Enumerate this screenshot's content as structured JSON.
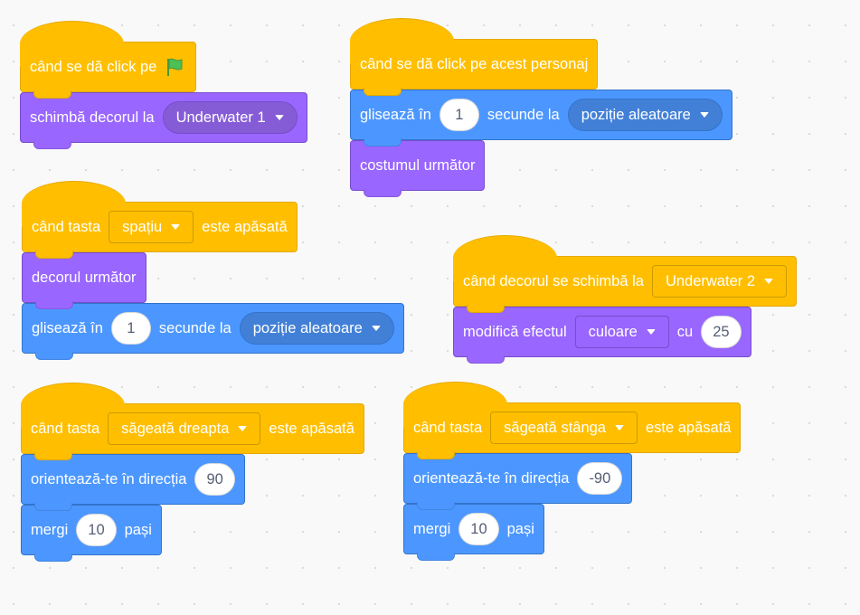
{
  "colors": {
    "events": "#ffbf00",
    "looks": "#9966ff",
    "motion": "#4c97ff",
    "background": "#f9f9f9"
  },
  "scripts": [
    {
      "hat": {
        "text": "când se dă click pe",
        "icon": "green-flag-icon"
      },
      "blocks": [
        {
          "text": "schimbă decorul la",
          "dropdown": "Underwater 1"
        }
      ]
    },
    {
      "hat": {
        "text": "când se dă click pe acest personaj"
      },
      "blocks": [
        {
          "text": "glisează în",
          "value": "1",
          "text2": "secunde la",
          "dropdown": "poziție aleatoare"
        },
        {
          "text": "costumul următor"
        }
      ]
    },
    {
      "hat": {
        "text": "când tasta",
        "dropdown": "spațiu",
        "text2": "este apăsată"
      },
      "blocks": [
        {
          "text": "decorul următor"
        },
        {
          "text": "glisează în",
          "value": "1",
          "text2": "secunde la",
          "dropdown": "poziție aleatoare"
        }
      ]
    },
    {
      "hat": {
        "text": "când decorul se schimbă la",
        "dropdown": "Underwater 2"
      },
      "blocks": [
        {
          "text": "modifică efectul",
          "dropdown": "culoare",
          "text2": "cu",
          "value": "25"
        }
      ]
    },
    {
      "hat": {
        "text": "când tasta",
        "dropdown": "săgeată dreapta",
        "text2": "este apăsată"
      },
      "blocks": [
        {
          "text": "orientează-te în direcția",
          "value": "90"
        },
        {
          "text": "mergi",
          "value": "10",
          "text2": "pași"
        }
      ]
    },
    {
      "hat": {
        "text": "când tasta",
        "dropdown": "săgeată stânga",
        "text2": "este apăsată"
      },
      "blocks": [
        {
          "text": "orientează-te în direcția",
          "value": "-90"
        },
        {
          "text": "mergi",
          "value": "10",
          "text2": "pași"
        }
      ]
    }
  ]
}
